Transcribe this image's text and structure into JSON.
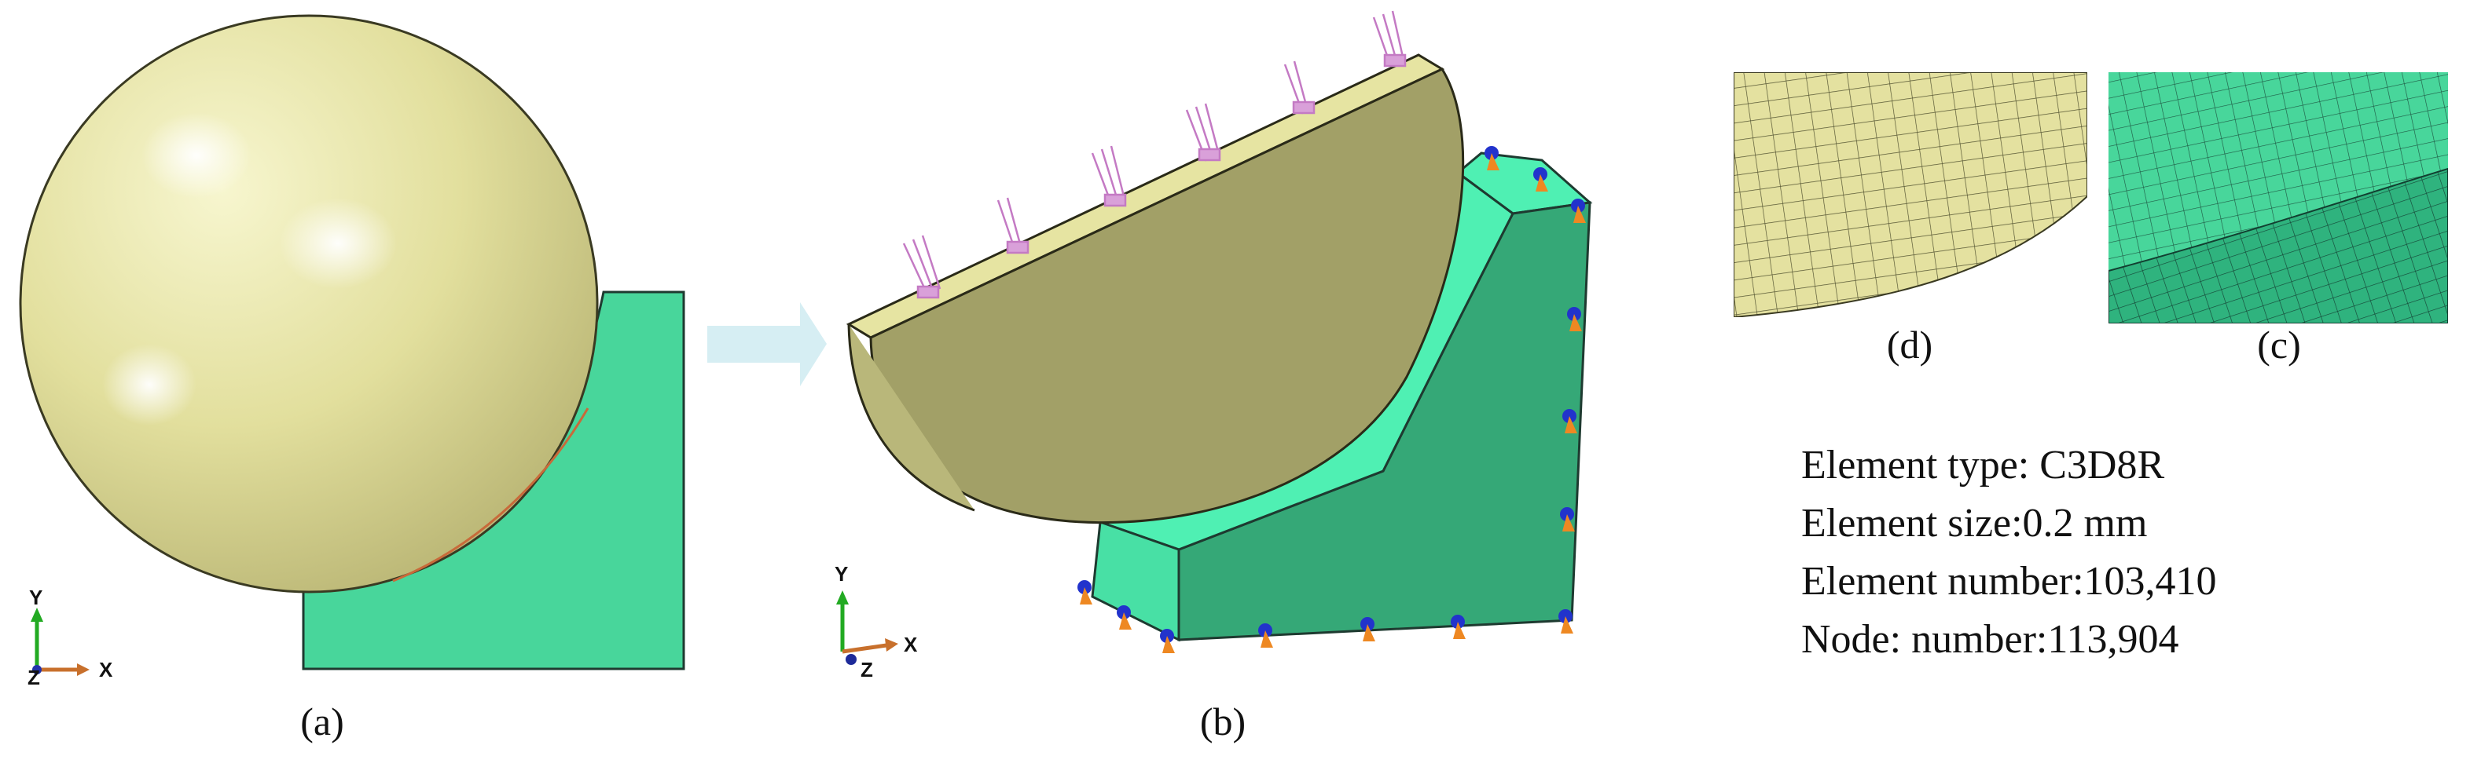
{
  "panels": {
    "a": {
      "label": "(a)"
    },
    "b": {
      "label": "(b)"
    },
    "c": {
      "label": "(c)"
    },
    "d": {
      "label": "(d)"
    }
  },
  "triads": {
    "a": {
      "y": "Y",
      "x": "X",
      "z": "Z"
    },
    "b": {
      "y": "Y",
      "x": "X",
      "z": "Z"
    }
  },
  "mesh_info": {
    "element_type": "Element type: C3D8R",
    "element_size": "Element size:0.2 mm",
    "element_number": "Element number:103,410",
    "node_number": "Node: number:113,904"
  },
  "colors": {
    "sphere": "#e6e4a2",
    "block": "#48d69b",
    "block_dark": "#3aa87a",
    "block_light": "#4ff0b3",
    "hemisphere_face": "#a2a067",
    "arrow_hint": "#d6eef3",
    "load": "#c47ac4",
    "bc_blue": "#2233cc",
    "bc_orange": "#ee8822"
  }
}
